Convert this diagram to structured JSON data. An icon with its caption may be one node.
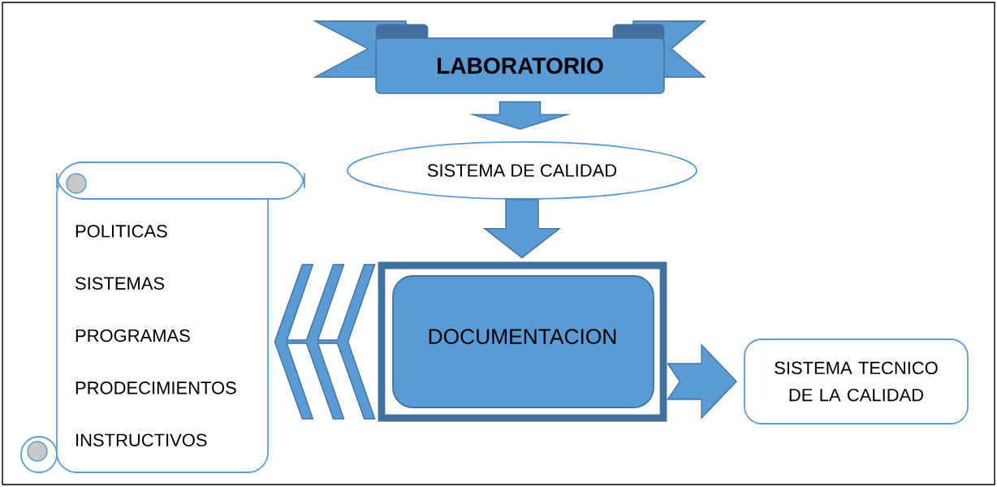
{
  "diagram": {
    "nodes": [
      {
        "text": [
          "LABORATORIO"
        ]
      },
      {
        "text": [
          "SISTEMA DE CALIDAD"
        ]
      },
      {
        "text": [
          "POLITICAS",
          "SISTEMAS",
          "PROGRAMAS",
          "PRODECIMIENTOS",
          "INSTRUCTIVOS"
        ]
      },
      {
        "text": [
          "DOCUMENTACION"
        ]
      },
      {
        "text": [
          "SISTEMA TECNICO DE LA CALIDAD"
        ]
      }
    ],
    "edges": [
      {
        "from": 0,
        "to": 1,
        "arrow": "to"
      },
      {
        "from": 1,
        "to": 3,
        "arrow": "to"
      },
      {
        "from": 3,
        "to": 2,
        "arrow": "to"
      },
      {
        "from": 3,
        "to": 4,
        "arrow": "to"
      }
    ]
  }
}
